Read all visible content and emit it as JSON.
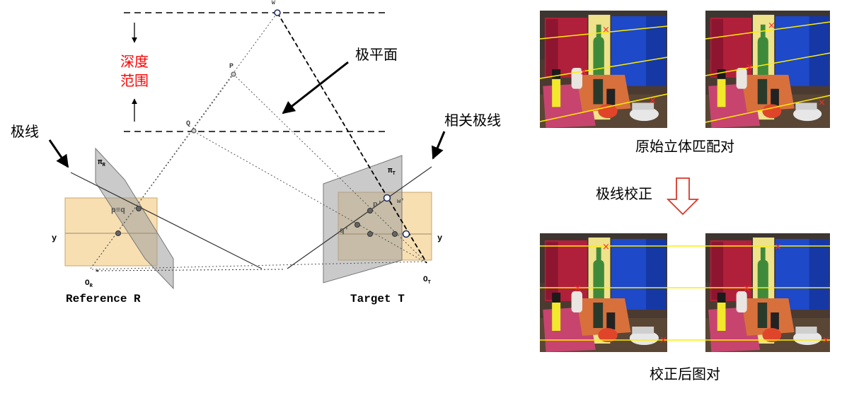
{
  "diagram": {
    "labels": {
      "depth_range_line1": "深度",
      "depth_range_line2": "范围",
      "epipolar_plane": "极平面",
      "epipolar_line": "极线",
      "corresponding_epipolar_line": "相关极线",
      "point_p_upper": "P",
      "point_q_upper": "Q",
      "point_w_top": "W",
      "pi_r": "π",
      "pi_r_sub": "R",
      "pi_t": "π",
      "pi_t_sub": "T",
      "p_equiv_q": "p≡q",
      "p_lower": "p'",
      "q_lower": "q'",
      "w_lower": "w'",
      "y_left": "y",
      "y_right": "y",
      "o_r": "O",
      "o_r_sub": "R",
      "o_t": "O",
      "o_t_sub": "T",
      "reference": "Reference R",
      "target": "Target T"
    },
    "colors": {
      "depth_range_text": "#ff0000",
      "image_plane_fill": "#f6d9a4",
      "projection_plane_fill": "#9e9e9e",
      "arrow_outline": "#d9382a"
    }
  },
  "right_panel": {
    "caption_original": "原始立体匹配对",
    "rectify_label": "极线校正",
    "caption_rectified": "校正后图对",
    "epipolar_line_color": "#ffee00",
    "match_marker_color": "#ff2a2a",
    "match_marker_glyph": "×"
  }
}
